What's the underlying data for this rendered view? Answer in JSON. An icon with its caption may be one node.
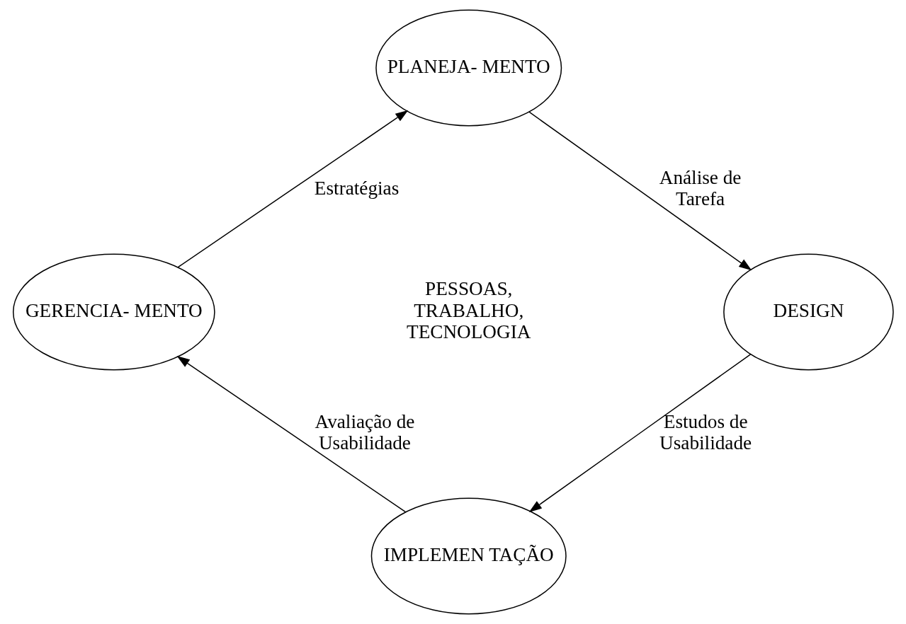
{
  "diagram": {
    "nodes": [
      {
        "text": [
          "PLANEJA- MENTO"
        ]
      },
      {
        "text": [
          "DESIGN"
        ]
      },
      {
        "text": [
          "IMPLEMEN TAÇÃO"
        ]
      },
      {
        "text": [
          "GERENCIA- MENTO"
        ]
      }
    ],
    "edges": [
      {
        "from": 3,
        "to": 0,
        "arrow": "to",
        "label": "Estratégias"
      },
      {
        "from": 0,
        "to": 1,
        "arrow": "to",
        "label": "Análise de Tarefa"
      },
      {
        "from": 1,
        "to": 2,
        "arrow": "to",
        "label": "Estudos de Usabilidade"
      },
      {
        "from": 2,
        "to": 3,
        "arrow": "to",
        "label": "Avaliação de Usabilidade"
      }
    ],
    "labels": [
      "PESSOAS, TRABALHO, TECNOLOGIA"
    ]
  }
}
